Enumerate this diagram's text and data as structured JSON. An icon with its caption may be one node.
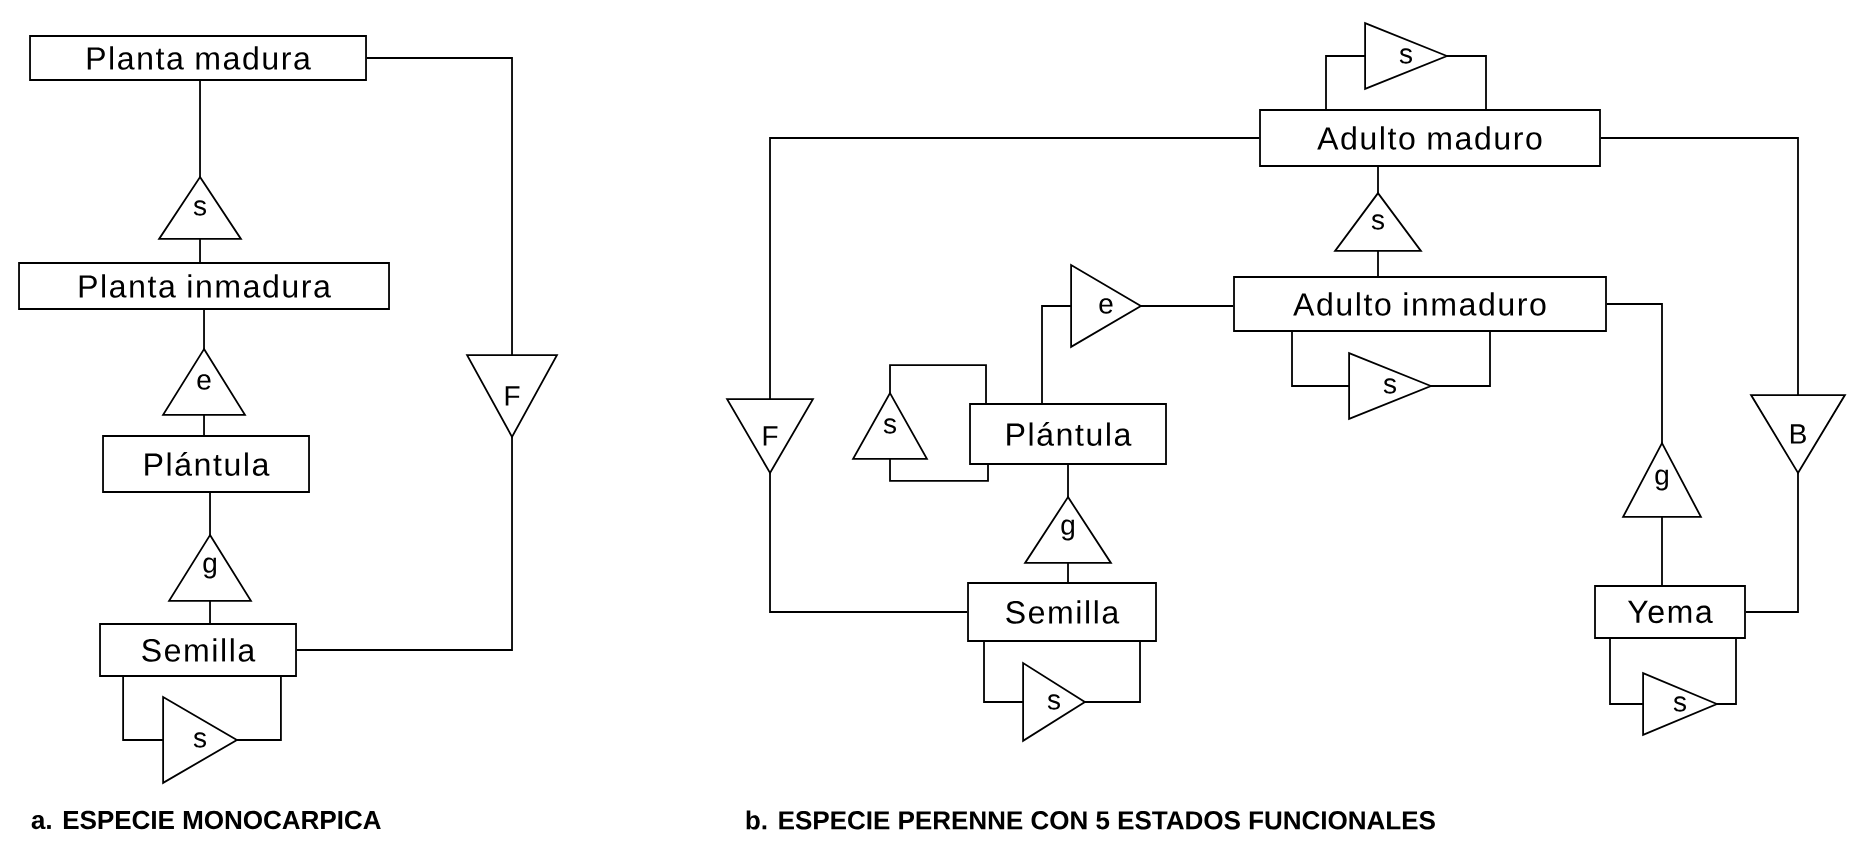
{
  "diagram": {
    "nodes": [
      {
        "text": [
          "Planta madura"
        ]
      },
      {
        "text": [
          "s"
        ]
      },
      {
        "text": [
          "Planta inmadura"
        ]
      },
      {
        "text": [
          "e"
        ]
      },
      {
        "text": [
          "Plántula"
        ]
      },
      {
        "text": [
          "g"
        ]
      },
      {
        "text": [
          "Semilla"
        ]
      },
      {
        "text": [
          "s"
        ]
      },
      {
        "text": [
          "F"
        ]
      },
      {
        "text": [
          "s"
        ]
      },
      {
        "text": [
          "Adulto maduro"
        ]
      },
      {
        "text": [
          "s"
        ]
      },
      {
        "text": [
          "e"
        ]
      },
      {
        "text": [
          "Adulto inmaduro"
        ]
      },
      {
        "text": [
          "s"
        ]
      },
      {
        "text": [
          "s"
        ]
      },
      {
        "text": [
          "Plántula"
        ]
      },
      {
        "text": [
          "F"
        ]
      },
      {
        "text": [
          "B"
        ]
      },
      {
        "text": [
          "g"
        ]
      },
      {
        "text": [
          "g"
        ]
      },
      {
        "text": [
          "Semilla"
        ]
      },
      {
        "text": [
          "Yema"
        ]
      },
      {
        "text": [
          "s"
        ]
      },
      {
        "text": [
          "s"
        ]
      }
    ],
    "edges": [
      {
        "from": 6,
        "to": 5,
        "arrow": "none"
      },
      {
        "from": 5,
        "to": 4,
        "arrow": "none"
      },
      {
        "from": 4,
        "to": 3,
        "arrow": "none"
      },
      {
        "from": 3,
        "to": 2,
        "arrow": "none"
      },
      {
        "from": 2,
        "to": 1,
        "arrow": "none"
      },
      {
        "from": 1,
        "to": 0,
        "arrow": "none"
      },
      {
        "from": 0,
        "to": 8,
        "arrow": "none"
      },
      {
        "from": 8,
        "to": 6,
        "arrow": "none"
      },
      {
        "from": 6,
        "to": 7,
        "arrow": "none"
      },
      {
        "from": 7,
        "to": 6,
        "arrow": "none"
      },
      {
        "from": 21,
        "to": 20,
        "arrow": "none"
      },
      {
        "from": 20,
        "to": 16,
        "arrow": "none"
      },
      {
        "from": 16,
        "to": 12,
        "arrow": "none"
      },
      {
        "from": 12,
        "to": 13,
        "arrow": "none"
      },
      {
        "from": 13,
        "to": 11,
        "arrow": "none"
      },
      {
        "from": 11,
        "to": 10,
        "arrow": "none"
      },
      {
        "from": 10,
        "to": 9,
        "arrow": "none"
      },
      {
        "from": 9,
        "to": 10,
        "arrow": "none"
      },
      {
        "from": 13,
        "to": 14,
        "arrow": "none"
      },
      {
        "from": 14,
        "to": 13,
        "arrow": "none"
      },
      {
        "from": 16,
        "to": 15,
        "arrow": "none"
      },
      {
        "from": 15,
        "to": 16,
        "arrow": "none"
      },
      {
        "from": 21,
        "to": 23,
        "arrow": "none"
      },
      {
        "from": 23,
        "to": 21,
        "arrow": "none"
      },
      {
        "from": 22,
        "to": 24,
        "arrow": "none"
      },
      {
        "from": 24,
        "to": 22,
        "arrow": "none"
      },
      {
        "from": 10,
        "to": 17,
        "arrow": "none"
      },
      {
        "from": 17,
        "to": 21,
        "arrow": "none"
      },
      {
        "from": 10,
        "to": 18,
        "arrow": "none"
      },
      {
        "from": 18,
        "to": 22,
        "arrow": "none"
      },
      {
        "from": 13,
        "to": 19,
        "arrow": "none"
      },
      {
        "from": 19,
        "to": 22,
        "arrow": "none"
      }
    ],
    "labels": [
      "a. ESPECIE MONOCARPICA",
      "b. ESPECIE PERENNE CON 5 ESTADOS FUNCIONALES"
    ]
  }
}
